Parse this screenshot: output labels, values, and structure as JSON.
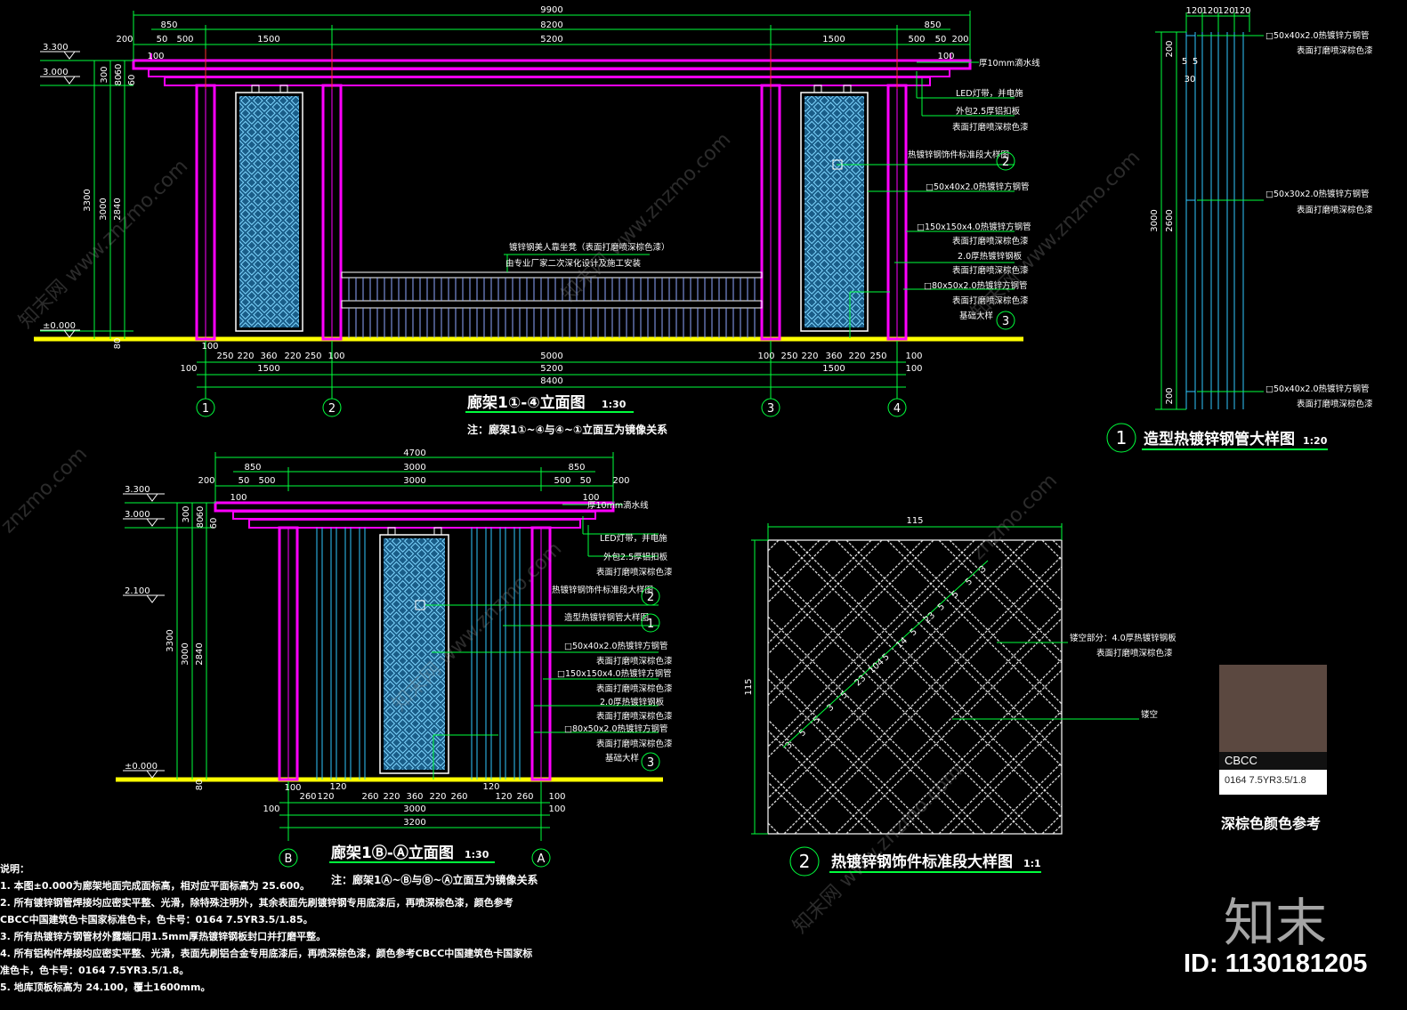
{
  "colors": {
    "frame": "#ff00ff",
    "screen": "#30c8ff",
    "dimension": "#00ff3c",
    "ground": "#ffff00",
    "leader": "#00ff3c",
    "swatch": "#5b4840"
  },
  "elev1": {
    "title": "廊架1①-④立面图",
    "scale": "1:30",
    "note": "注：廊架1①~④与④~①立面互为镜像关系",
    "top_dims": [
      "9900",
      "8200",
      "850",
      "850",
      "200",
      "50",
      "500",
      "1500",
      "5200",
      "1500",
      "500",
      "50",
      "200",
      "100",
      "100"
    ],
    "bottom_dims": [
      "100",
      "250",
      "220",
      "360",
      "220",
      "250",
      "100",
      "5000",
      "100",
      "250",
      "220",
      "360",
      "220",
      "250",
      "100",
      "100",
      "1500",
      "5200",
      "1500",
      "100",
      "8400"
    ],
    "left_dims": [
      "300",
      "60",
      "80",
      "60",
      "3300",
      "3000",
      "2840",
      "80"
    ],
    "levels": [
      "3.300",
      "3.000",
      "±0.000"
    ],
    "axes": [
      "1",
      "2",
      "3",
      "4"
    ],
    "callouts": [
      "厚10mm滴水线",
      "LED灯带，并电施",
      "外包2.5厚铝扣板",
      "表面打磨喷深棕色漆",
      "热镀锌钢饰件标准段大样图",
      "□50x40x2.0热镀锌方钢管",
      "□150x150x4.0热镀锌方钢管",
      "表面打磨喷深棕色漆",
      "2.0厚热镀锌钢板",
      "表面打磨喷深棕色漆",
      "□80x50x2.0热镀锌方钢管",
      "表面打磨喷深棕色漆",
      "基础大样"
    ],
    "callout_marks": [
      "2",
      "3"
    ],
    "bench_notes": [
      "镀锌钢美人靠坐凳（表面打磨喷深棕色漆）",
      "由专业厂家二次深化设计及施工安装"
    ]
  },
  "elev2": {
    "title": "廊架1Ⓑ-Ⓐ立面图",
    "scale": "1:30",
    "note": "注：廊架1Ⓐ~Ⓑ与Ⓑ~Ⓐ立面互为镜像关系",
    "top_dims": [
      "4700",
      "850",
      "3000",
      "850",
      "200",
      "50",
      "500",
      "3000",
      "500",
      "50",
      "200",
      "100",
      "100"
    ],
    "bottom_dims": [
      "100",
      "260",
      "120",
      "120",
      "260",
      "220",
      "360",
      "220",
      "260",
      "120",
      "120",
      "260",
      "100",
      "100",
      "3000",
      "100",
      "3200"
    ],
    "left_dims": [
      "300",
      "60",
      "80",
      "60",
      "3300",
      "3000",
      "2840",
      "80"
    ],
    "levels": [
      "3.300",
      "3.000",
      "2.100",
      "±0.000"
    ],
    "axes": [
      "B",
      "A"
    ],
    "callouts": [
      "厚10mm滴水线",
      "LED灯带，并电施",
      "外包2.5厚铝扣板",
      "表面打磨喷深棕色漆",
      "热镀锌钢饰件标准段大样图",
      "造型热镀锌钢管大样图",
      "□50x40x2.0热镀锌方钢管",
      "表面打磨喷深棕色漆",
      "□150x150x4.0热镀锌方钢管",
      "表面打磨喷深棕色漆",
      "2.0厚热镀锌钢板",
      "表面打磨喷深棕色漆",
      "□80x50x2.0热镀锌方钢管",
      "表面打磨喷深棕色漆",
      "基础大样"
    ],
    "callout_marks": [
      "2",
      "1",
      "3"
    ]
  },
  "detail1": {
    "number": "1",
    "title": "造型热镀锌钢管大样图",
    "scale": "1:20",
    "top_dims": [
      "120",
      "120",
      "120",
      "120"
    ],
    "left_dims": [
      "30",
      "5",
      "5",
      "3000",
      "2600",
      "200",
      "200"
    ],
    "callouts": [
      "□50x40x2.0热镀锌方钢管",
      "表面打磨喷深棕色漆",
      "□50x30x2.0热镀锌方钢管",
      "表面打磨喷深棕色漆",
      "□50x40x2.0热镀锌方钢管",
      "表面打磨喷深棕色漆"
    ]
  },
  "detail2": {
    "number": "2",
    "title": "热镀锌钢饰件标准段大样图",
    "scale": "1:1",
    "width_dim": "115",
    "height_dim": "115",
    "diag_dims": [
      "3",
      "5",
      "5",
      "3",
      "5",
      "23",
      "104",
      "5",
      "14",
      "5",
      "23",
      "5",
      "5",
      "5",
      "3"
    ],
    "callouts": [
      "镂空部分：4.0厚热镀锌钢板",
      "表面打磨喷深棕色漆",
      "镂空"
    ]
  },
  "swatch": {
    "label": "CBCC",
    "code": "0164 7.5YR3.5/1.8",
    "title": "深棕色颜色参考"
  },
  "notes": {
    "heading": "说明：",
    "lines": [
      "1. 本图±0.000为廊架地面完成面标高，相对应平面标高为 25.600。",
      "2. 所有镀锌钢管焊接均应密实平整、光滑，除特殊注明外，其余表面先刷镀锌钢专用底漆后，再喷深棕色漆，颜色参考",
      "CBCC中国建筑色卡国家标准色卡，色卡号：0164 7.5YR3.5/1.85。",
      "3. 所有热镀锌方钢管材外露端口用1.5mm厚热镀锌钢板封口并打磨平整。",
      "4. 所有铝构件焊接均应密实平整、光滑，表面先刷铝合金专用底漆后，再喷深棕色漆，颜色参考CBCC中国建筑色卡国家标",
      "准色卡，色卡号：0164 7.5YR3.5/1.8。",
      "5. 地库顶板标高为 24.100，覆土1600mm。"
    ]
  },
  "watermarks": [
    "知末网 www.znzmo.com",
    "znzmo.com"
  ],
  "brand": "知末",
  "image_id": "ID: 1130181205"
}
